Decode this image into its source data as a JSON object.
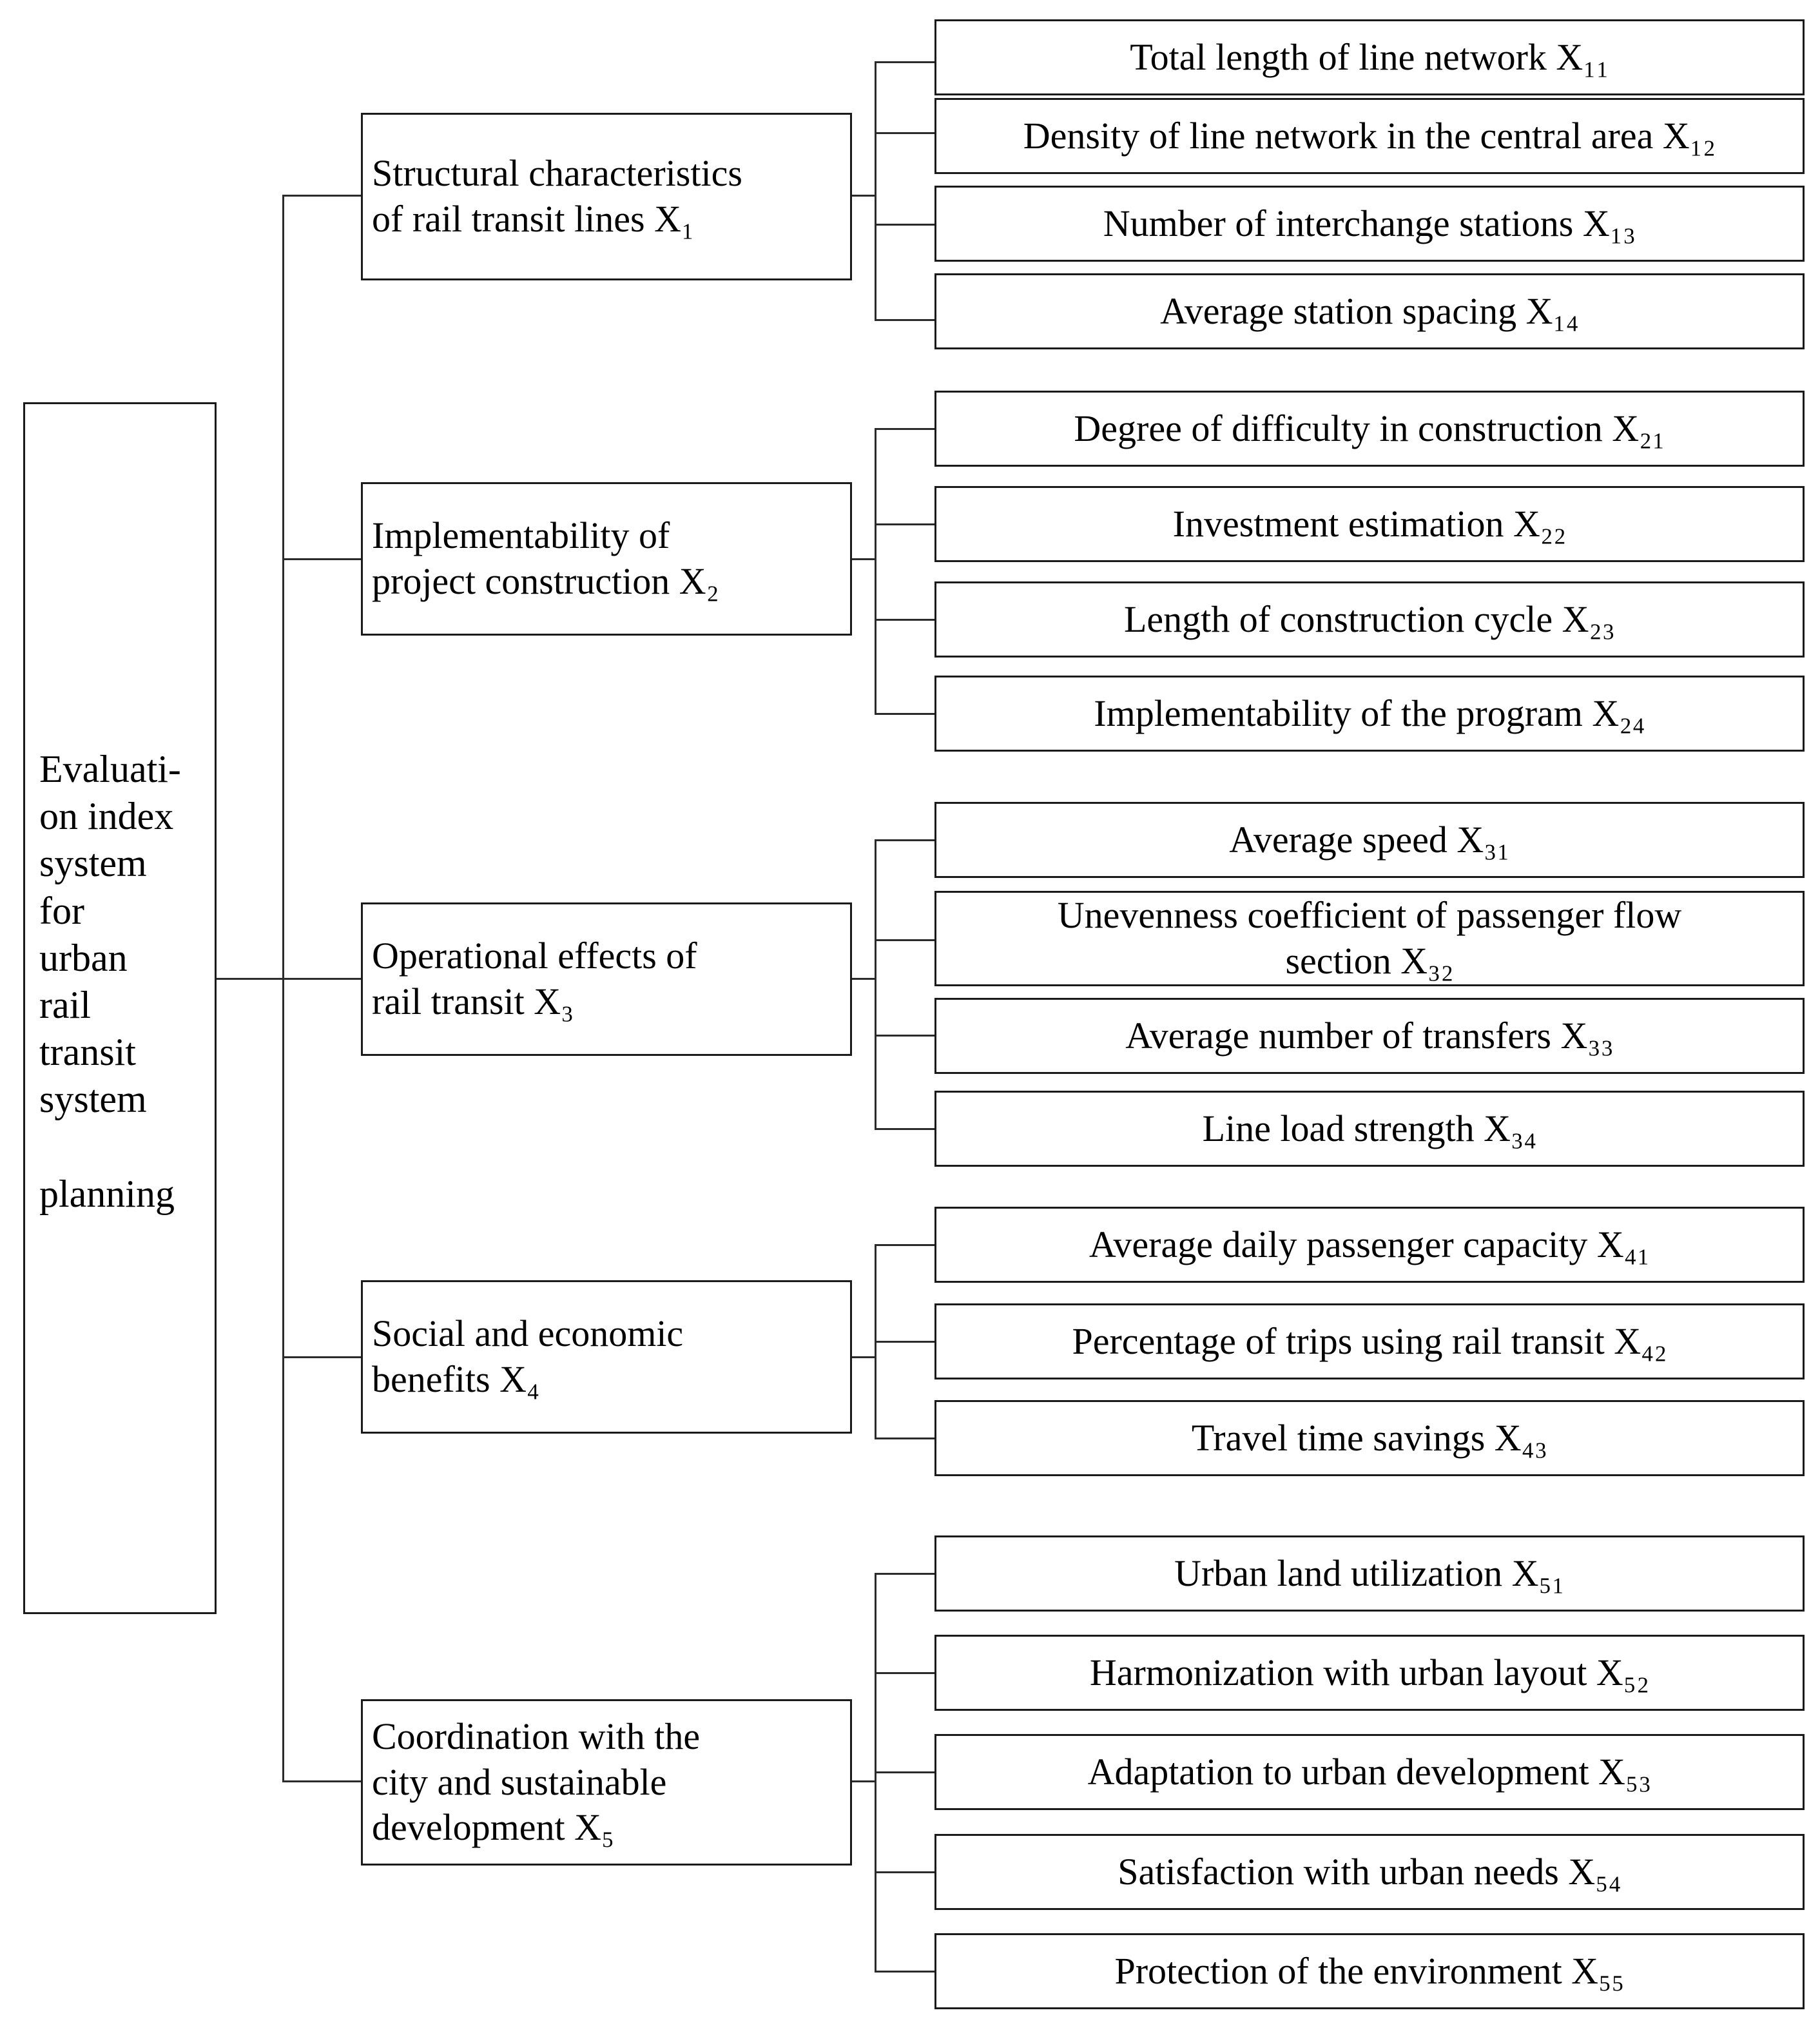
{
  "diagram": {
    "title_text": "Evaluation index system for urban rail transit system planning",
    "root": {
      "label": "Evaluati-\non index\nsystem\nfor\nurban\nrail\ntransit\nsystem\n\nplanning"
    },
    "groups": [
      {
        "id": "X1",
        "label": "Structural characteristics\nof rail transit lines X₁",
        "children": [
          {
            "id": "X11",
            "label": "Total length of line network X₁₁"
          },
          {
            "id": "X12",
            "label": "Density of line network in the central area X₁₂"
          },
          {
            "id": "X13",
            "label": "Number of interchange stations X₁₃"
          },
          {
            "id": "X14",
            "label": "Average station spacing X₁₄"
          }
        ]
      },
      {
        "id": "X2",
        "label": "Implementability of\nproject construction X₂",
        "children": [
          {
            "id": "X21",
            "label": "Degree of difficulty in construction X₂₁"
          },
          {
            "id": "X22",
            "label": "Investment estimation X₂₂"
          },
          {
            "id": "X23",
            "label": "Length of construction cycle X₂₃"
          },
          {
            "id": "X24",
            "label": "Implementability of the program X₂₄"
          }
        ]
      },
      {
        "id": "X3",
        "label": "Operational effects of\nrail transit X₃",
        "children": [
          {
            "id": "X31",
            "label": "Average speed X₃₁"
          },
          {
            "id": "X32",
            "label": "Unevenness coefficient of passenger flow\nsection X₃₂"
          },
          {
            "id": "X33",
            "label": "Average number of transfers X₃₃"
          },
          {
            "id": "X34",
            "label": "Line load strength X₃₄"
          }
        ]
      },
      {
        "id": "X4",
        "label": "Social and economic\nbenefits X₄",
        "children": [
          {
            "id": "X41",
            "label": "Average daily passenger capacity X₄₁"
          },
          {
            "id": "X42",
            "label": "Percentage of trips using rail transit X₄₂"
          },
          {
            "id": "X43",
            "label": "Travel time savings X₄₃"
          }
        ]
      },
      {
        "id": "X5",
        "label": "Coordination with the\ncity and sustainable\ndevelopment X₅",
        "children": [
          {
            "id": "X51",
            "label": "Urban land utilization X₅₁"
          },
          {
            "id": "X52",
            "label": "Harmonization with urban layout X₅₂"
          },
          {
            "id": "X53",
            "label": "Adaptation to urban development X₅₃"
          },
          {
            "id": "X54",
            "label": "Satisfaction with urban needs X₅₄"
          },
          {
            "id": "X55",
            "label": "Protection of the environment X₅₅"
          }
        ]
      }
    ],
    "colors": {
      "line": "#2b2b2b",
      "border": "#1a1a1a",
      "background": "#ffffff",
      "text": "#000000"
    }
  }
}
